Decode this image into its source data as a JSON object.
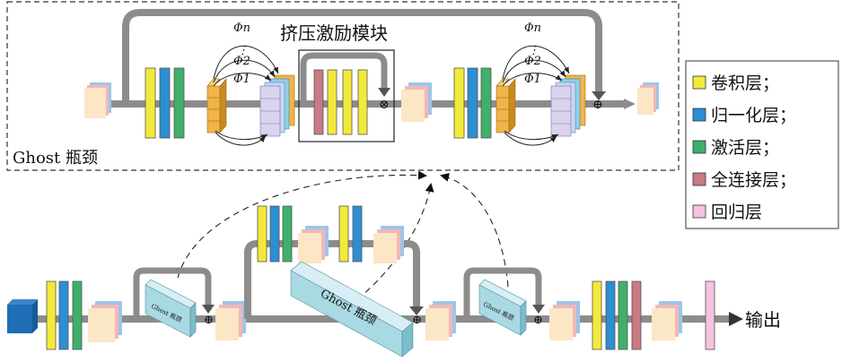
{
  "ghost_module": {
    "title": "Ghost 瓶颈",
    "se_title": "挤压激励模块",
    "phi_n": "Φn",
    "phi_2": "Φ2",
    "phi_1": "Φ1",
    "dots": "⋮",
    "mult_symbol": "⊗",
    "add_symbol": "⊕"
  },
  "legend": {
    "items": [
      {
        "label": "卷积层；",
        "color": "#f2ea3a"
      },
      {
        "label": "归一化层；",
        "color": "#2b8fd1"
      },
      {
        "label": "激活层；",
        "color": "#3fb06a"
      },
      {
        "label": "全连接层；",
        "color": "#c97a83"
      },
      {
        "label": "回归层",
        "color": "#f3c3df"
      }
    ]
  },
  "network": {
    "ghost_block_label": "Ghost 瓶颈",
    "output_label": "输出"
  },
  "colors": {
    "pipe": "#8c8c8c",
    "pipe_dark": "#6e6e6e",
    "feature": "#fbe6c6",
    "feature_back1": "#f0b8b8",
    "feature_back2": "#9ec5e8",
    "ghost_orange": "#f0b44a",
    "ghost_orange_dark": "#c98a1f",
    "input_blue": "#1e6fb5",
    "ghost_block": "#a9d9e3"
  }
}
